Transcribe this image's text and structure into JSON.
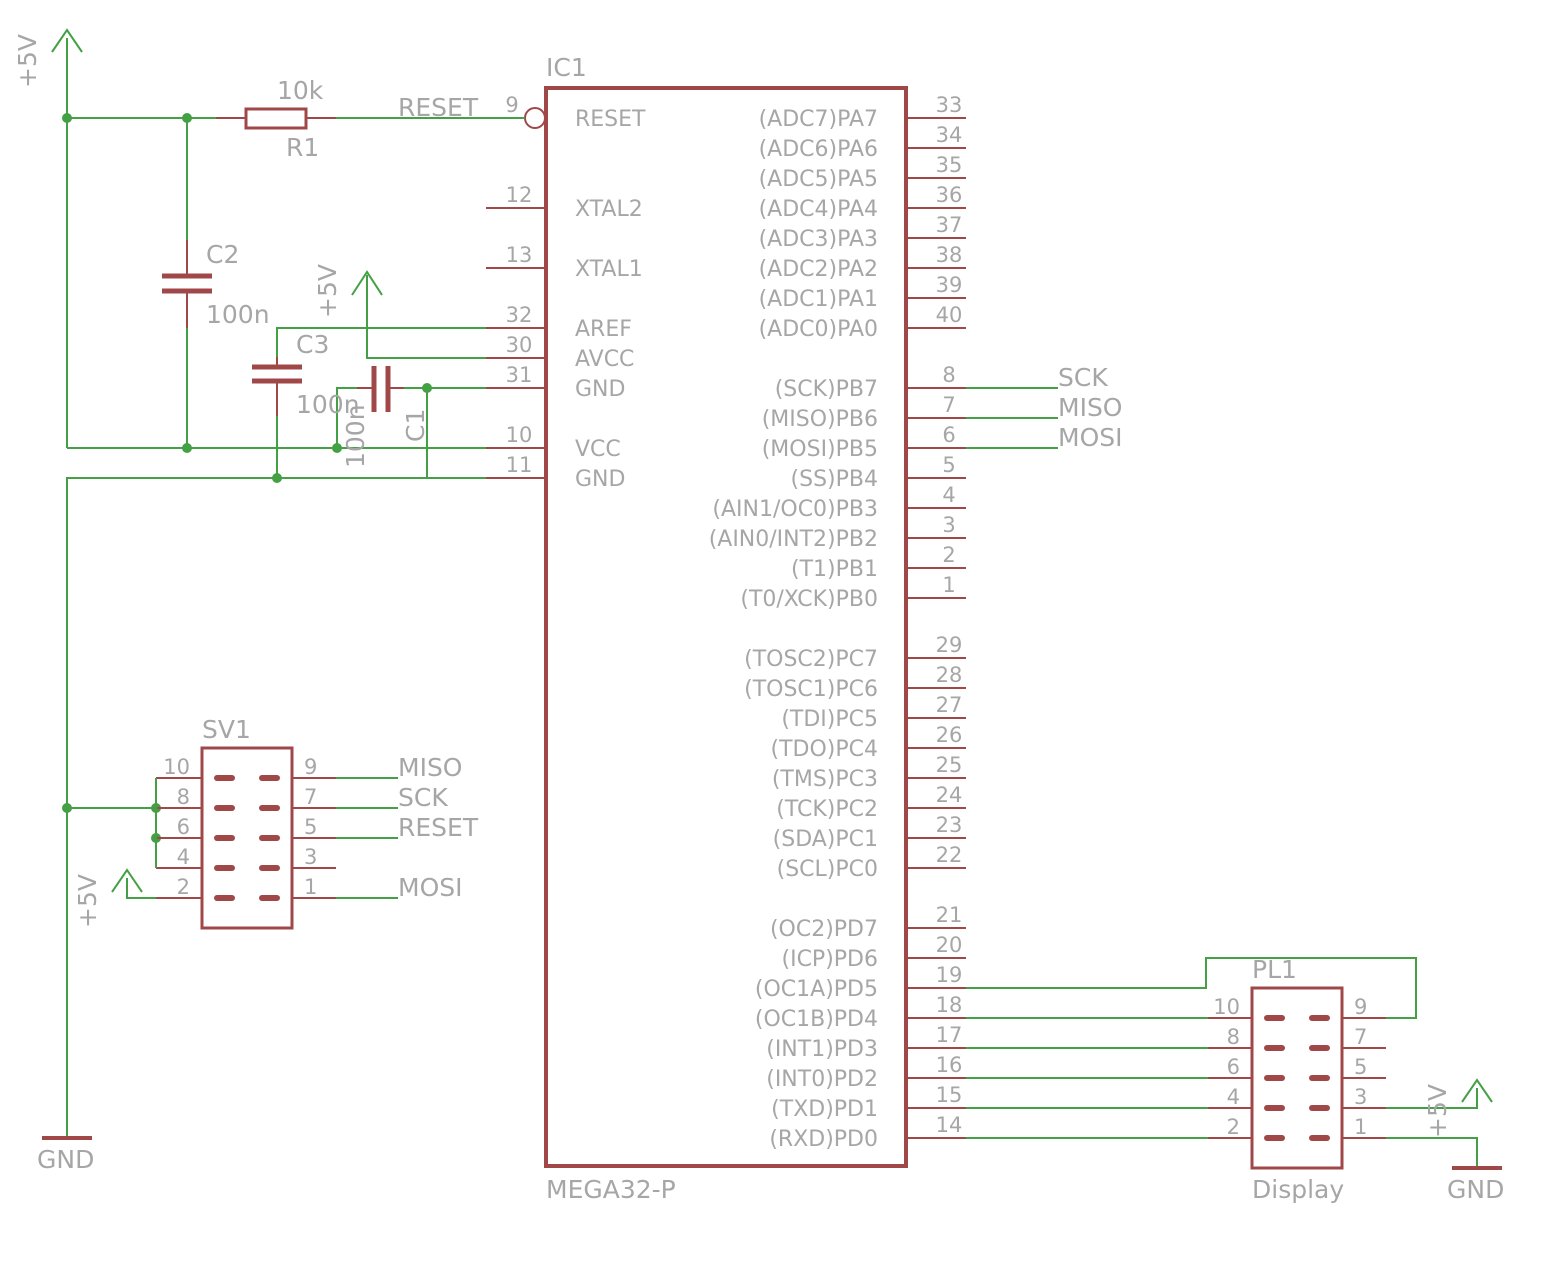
{
  "ic": {
    "ref": "IC1",
    "value": "MEGA32-P",
    "left_pins": [
      {
        "name": "RESET",
        "num": "9"
      },
      {
        "name": "XTAL2",
        "num": "12"
      },
      {
        "name": "XTAL1",
        "num": "13"
      },
      {
        "name": "AREF",
        "num": "32"
      },
      {
        "name": "AVCC",
        "num": "30"
      },
      {
        "name": "GND",
        "num": "31"
      },
      {
        "name": "VCC",
        "num": "10"
      },
      {
        "name": "GND",
        "num": "11"
      }
    ],
    "right_pins": [
      {
        "name": "(ADC7)PA7",
        "num": "33"
      },
      {
        "name": "(ADC6)PA6",
        "num": "34"
      },
      {
        "name": "(ADC5)PA5",
        "num": "35"
      },
      {
        "name": "(ADC4)PA4",
        "num": "36"
      },
      {
        "name": "(ADC3)PA3",
        "num": "37"
      },
      {
        "name": "(ADC2)PA2",
        "num": "38"
      },
      {
        "name": "(ADC1)PA1",
        "num": "39"
      },
      {
        "name": "(ADC0)PA0",
        "num": "40"
      },
      {
        "name": "(SCK)PB7",
        "num": "8"
      },
      {
        "name": "(MISO)PB6",
        "num": "7"
      },
      {
        "name": "(MOSI)PB5",
        "num": "6"
      },
      {
        "name": "(SS)PB4",
        "num": "5"
      },
      {
        "name": "(AIN1/OC0)PB3",
        "num": "4"
      },
      {
        "name": "(AIN0/INT2)PB2",
        "num": "3"
      },
      {
        "name": "(T1)PB1",
        "num": "2"
      },
      {
        "name": "(T0/XCK)PB0",
        "num": "1"
      },
      {
        "name": "(TOSC2)PC7",
        "num": "29"
      },
      {
        "name": "(TOSC1)PC6",
        "num": "28"
      },
      {
        "name": "(TDI)PC5",
        "num": "27"
      },
      {
        "name": "(TDO)PC4",
        "num": "26"
      },
      {
        "name": "(TMS)PC3",
        "num": "25"
      },
      {
        "name": "(TCK)PC2",
        "num": "24"
      },
      {
        "name": "(SDA)PC1",
        "num": "23"
      },
      {
        "name": "(SCL)PC0",
        "num": "22"
      },
      {
        "name": "(OC2)PD7",
        "num": "21"
      },
      {
        "name": "(ICP)PD6",
        "num": "20"
      },
      {
        "name": "(OC1A)PD5",
        "num": "19"
      },
      {
        "name": "(OC1B)PD4",
        "num": "18"
      },
      {
        "name": "(INT1)PD3",
        "num": "17"
      },
      {
        "name": "(INT0)PD2",
        "num": "16"
      },
      {
        "name": "(TXD)PD1",
        "num": "15"
      },
      {
        "name": "(RXD)PD0",
        "num": "14"
      }
    ]
  },
  "components": {
    "r1": {
      "ref": "R1",
      "value": "10k"
    },
    "c1": {
      "ref": "C1",
      "value": "100n"
    },
    "c2": {
      "ref": "C2",
      "value": "100n"
    },
    "c3": {
      "ref": "C3",
      "value": "100n"
    }
  },
  "nets": {
    "reset": "RESET",
    "sck": "SCK",
    "miso": "MISO",
    "mosi": "MOSI",
    "vcc": "+5V",
    "gnd": "GND"
  },
  "sv1": {
    "ref": "SV1",
    "left_nums": [
      "10",
      "8",
      "6",
      "4",
      "2"
    ],
    "right_nums": [
      "9",
      "7",
      "5",
      "3",
      "1"
    ],
    "labels": [
      "MISO",
      "SCK",
      "RESET",
      "",
      "MOSI"
    ]
  },
  "pl1": {
    "ref": "PL1",
    "value": "Display",
    "left_nums": [
      "10",
      "8",
      "6",
      "4",
      "2"
    ],
    "right_nums": [
      "9",
      "7",
      "5",
      "3",
      "1"
    ]
  }
}
